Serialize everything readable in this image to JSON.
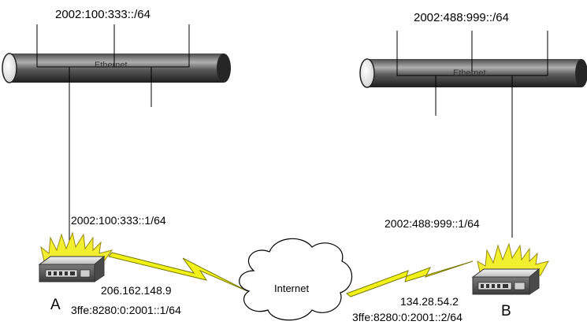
{
  "networks": {
    "left": {
      "prefix": "2002:100:333::/64",
      "medium_label": "Ethernet"
    },
    "right": {
      "prefix": "2002:488:999::/64",
      "medium_label": "Ethernet"
    }
  },
  "routers": {
    "a": {
      "name": "A",
      "inside_address": "2002:100:333::1/64",
      "ipv4_address": "206.162.148.9",
      "tunnel_address": "3ffe:8280:0:2001::1/64"
    },
    "b": {
      "name": "B",
      "inside_address": "2002:488:999::1/64",
      "ipv4_address": "134.28.54.2",
      "tunnel_address": "3ffe:8280:0:2001::2/64"
    }
  },
  "internet": {
    "label": "Internet"
  },
  "colors": {
    "cable_dark": "#3a3a3a",
    "cable_light": "#a8a8a8",
    "lightning_fill": "#f2f21a",
    "flame_fill": "#f2ef30",
    "line": "#000000"
  }
}
